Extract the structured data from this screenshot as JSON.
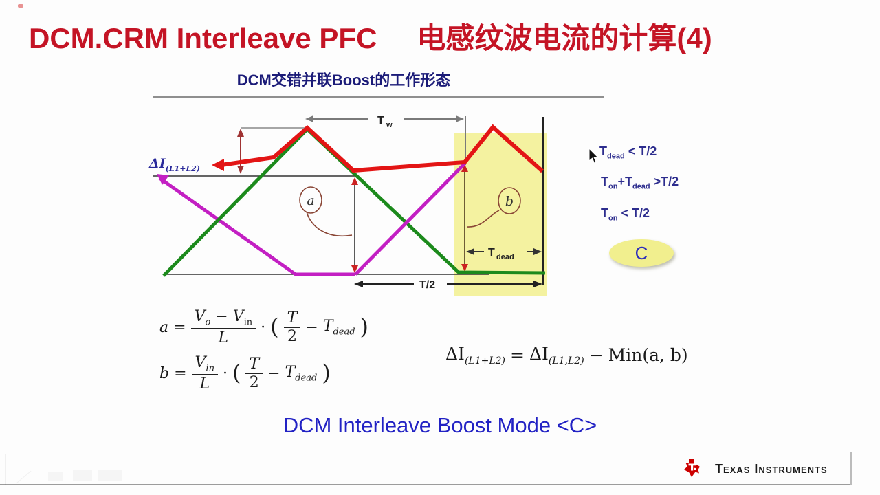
{
  "title": {
    "en": "DCM.CRM Interleave PFC",
    "cn": "电感纹波电流的计算(4)"
  },
  "subtitle": {
    "text": "DCM交错并联Boost的工作形态"
  },
  "diagram": {
    "labels": {
      "tw_main": "T",
      "tw_sub": "w",
      "delta_main": "ΔI",
      "delta_sub": "(L1+L2)",
      "a": "a",
      "b": "b",
      "tdead_main": "T",
      "tdead_sub": "dead",
      "thalf": "T/2"
    },
    "conditions": [
      {
        "p1": "T",
        "s1": "dead",
        "p2": " < T/2"
      },
      {
        "p1": "T",
        "s1": "on",
        "p2": "+T",
        "s2": "dead",
        "p3": " >T/2"
      },
      {
        "p1": "T",
        "s1": "on",
        "p2": " < T/2"
      }
    ],
    "badge": "C"
  },
  "formulas": {
    "a": {
      "lhs": "a",
      "eq": "=",
      "num_v1": "V",
      "num_v1_sub": "o",
      "num_minus": "−",
      "num_v2": "V",
      "num_v2_sub": "in",
      "den": "L",
      "dot": "·",
      "open": "(",
      "frac_t": "T",
      "frac_b": "2",
      "minus": "−",
      "t": "T",
      "t_sub": "dead",
      "close": ")"
    },
    "b": {
      "lhs": "b",
      "eq": "=",
      "num_v": "V",
      "num_v_sub": "in",
      "den": "L",
      "dot": "·",
      "open": "(",
      "frac_t": "T",
      "frac_b": "2",
      "minus": "−",
      "t": "T",
      "t_sub": "dead",
      "close": ")"
    },
    "ripple": {
      "lhs_main": "ΔI",
      "lhs_sub": "(L1+L2)",
      "eq": "=",
      "rhs_main": "ΔI",
      "rhs_sub": "(L1,L2)",
      "minus": "−",
      "min": "Min(a, b)"
    }
  },
  "statement": "DCM Interleave Boost Mode <C>",
  "footer": {
    "brand": "Texas Instruments"
  },
  "colors": {
    "title_red": "#c41425",
    "navy": "#2d2d8e",
    "wave_red": "#e31515",
    "wave_green": "#1c8a1c",
    "wave_magenta": "#c31fc3",
    "highlight_yellow": "#f4f2a0",
    "statement_blue": "#2222c4",
    "ti_red": "#cc0000"
  }
}
